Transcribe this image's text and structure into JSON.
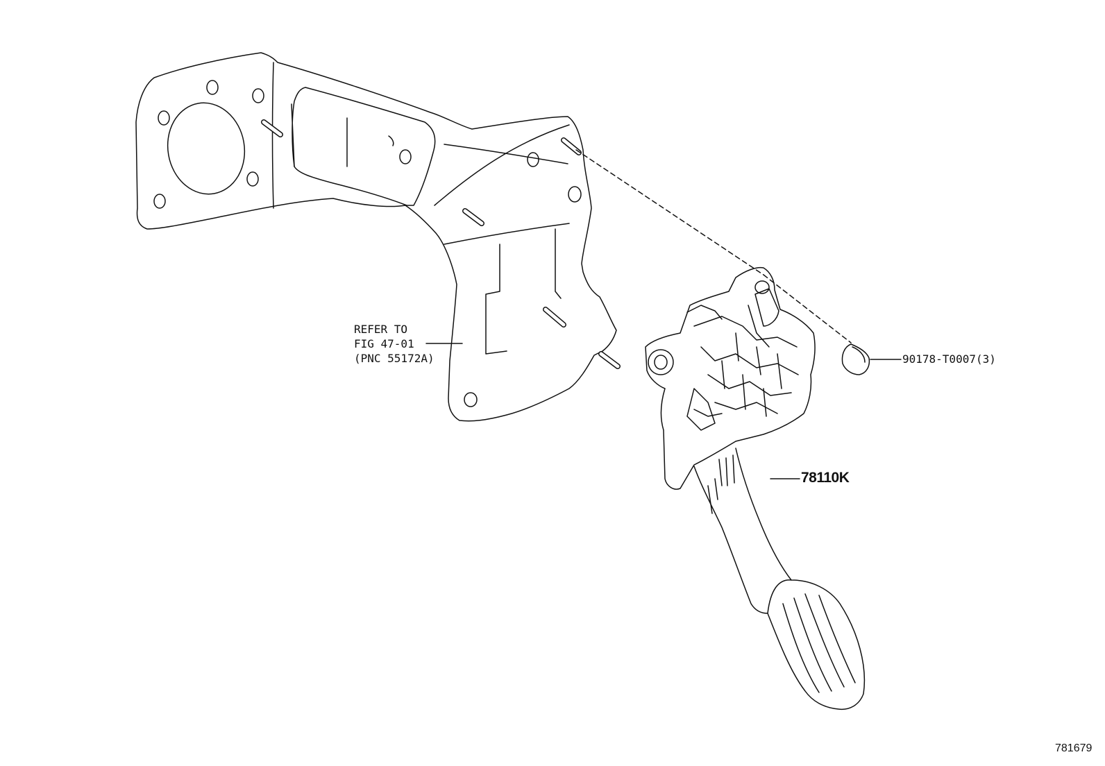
{
  "callouts": {
    "bracket_ref": {
      "line1": "REFER TO",
      "line2": "FIG 47-01",
      "line3": "(PNC 55172A)"
    },
    "nut_part": "90178-T0007(3)",
    "pedal_part": "78110K"
  },
  "figure_number": "781679"
}
